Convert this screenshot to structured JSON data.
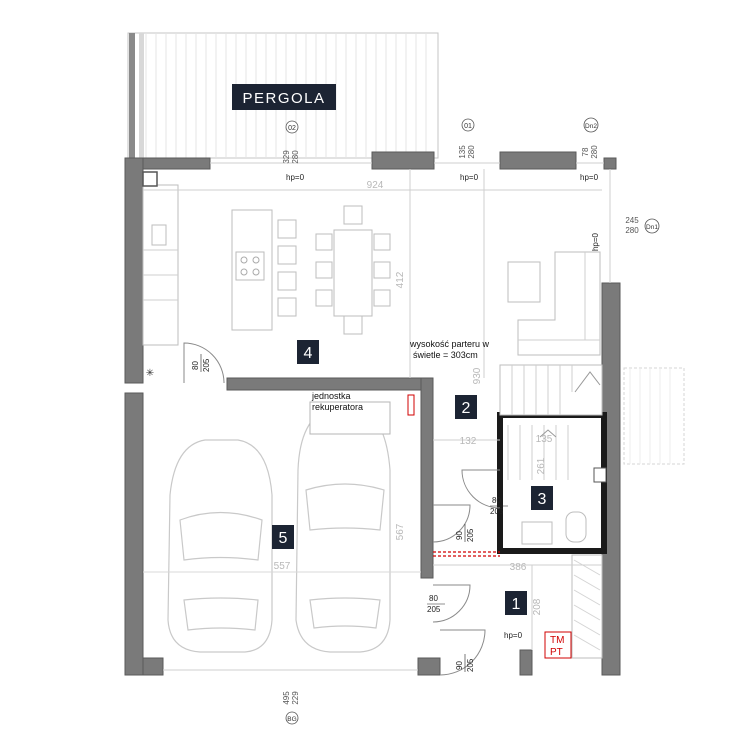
{
  "pergola": {
    "label": "PERGOLA"
  },
  "windows": [
    {
      "id": "02",
      "sill": "329",
      "height": "280"
    },
    {
      "id": "01",
      "sill": "135",
      "height": "280"
    },
    {
      "id": "Dn2",
      "sill": "78",
      "height": "280"
    },
    {
      "id": "Dn1",
      "sill": "245",
      "height": "280"
    },
    {
      "id": "BG",
      "sill": "495",
      "height": "229"
    }
  ],
  "hp_label": "hp=0",
  "rooms": [
    {
      "number": "1"
    },
    {
      "number": "2"
    },
    {
      "number": "3"
    },
    {
      "number": "4"
    },
    {
      "number": "5"
    }
  ],
  "dimensions": {
    "living_width": "924",
    "living_depth": "412",
    "hall_height": "930",
    "stair_width": "132",
    "stair_depth": "261",
    "stair_top": "135",
    "garage_width": "557",
    "garage_depth": "567",
    "entry_width": "386",
    "entry_depth": "208"
  },
  "doors": [
    {
      "width": "80",
      "height": "205"
    },
    {
      "width": "80",
      "height": "205"
    },
    {
      "width": "90",
      "height": "205"
    },
    {
      "width": "80",
      "height": "205"
    },
    {
      "width": "90",
      "height": "205"
    }
  ],
  "notes": {
    "height_line1": "wysokość parteru w",
    "height_line2": "świetle = 303cm",
    "recuperator_line1": "jednostka",
    "recuperator_line2": "rekuperatora"
  },
  "markers": {
    "tm": "TM",
    "pt": "PT"
  }
}
